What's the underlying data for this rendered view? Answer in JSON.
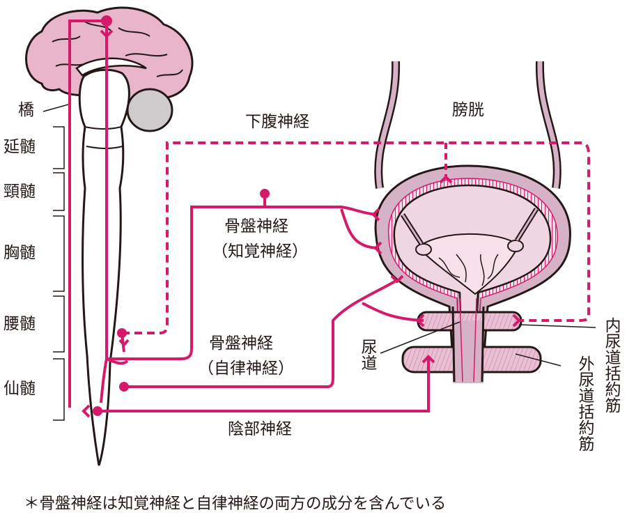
{
  "colors": {
    "nerve": "#d6196b",
    "brain": "#e8b5cb",
    "outline": "#231815",
    "bladder_wall": "#d6b2c6",
    "bladder_inner": "#f0d6e2",
    "cerebellum": "#cfcacb"
  },
  "labels": {
    "pons": "橋",
    "medulla": "延髄",
    "cervical": "頸髄",
    "thoracic": "胸髄",
    "lumbar": "腰髄",
    "sacral": "仙髄",
    "bladder": "膀胱",
    "hypogastric": "下腹神経",
    "pelvic_sensory_1": "骨盤神経",
    "pelvic_sensory_2": "（知覚神経）",
    "pelvic_autonomic_1": "骨盤神経",
    "pelvic_autonomic_2": "（自律神経）",
    "pudendal": "陰部神経",
    "urethra": "尿道",
    "internal_sphincter": "内尿道括約筋",
    "external_sphincter": "外尿道括約筋",
    "footnote": "＊骨盤神経は知覚神経と自律神経の両方の成分を含んでいる"
  },
  "icons": [
    "brain-icon",
    "spinal-cord-icon",
    "bladder-icon",
    "sphincter-icon"
  ]
}
